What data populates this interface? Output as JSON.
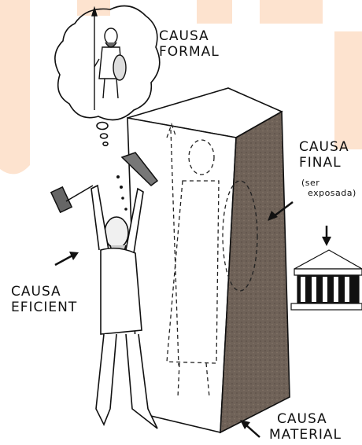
{
  "labels": {
    "formal": [
      "CAUSA",
      "FORMAL"
    ],
    "final": [
      "CAUSA",
      "FINAL"
    ],
    "final_note": [
      "(ser",
      "exposada)"
    ],
    "efficient": [
      "CAUSA",
      "EFICIENT"
    ],
    "material": [
      "CAUSA",
      "MATERIAL"
    ]
  },
  "colors": {
    "watermark": "#fde3cf",
    "stone_dark": "#6f6258",
    "ink": "#111111"
  }
}
